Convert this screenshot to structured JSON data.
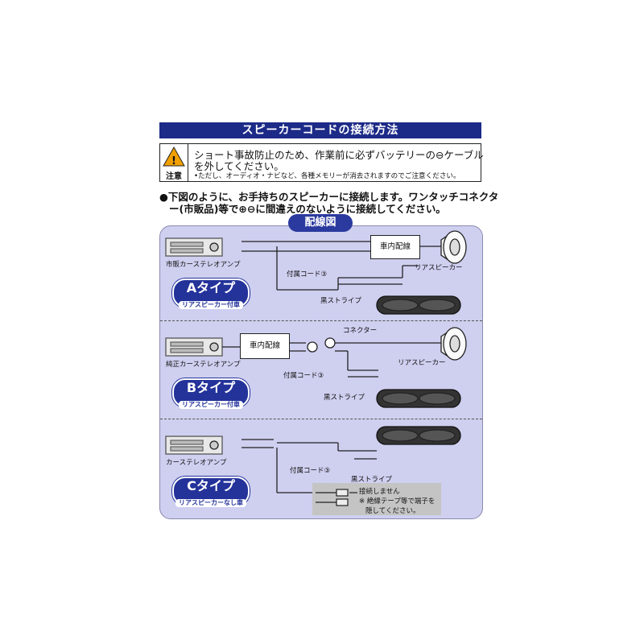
{
  "title": "スピーカーコードの接続方法",
  "warning": {
    "label": "注意",
    "line1": "ショート事故防止のため、作業前に必ずバッテリーの⊖ケーブル",
    "line2": "を外してください。",
    "note": "•ただし、オーディオ・ナビなど、各種メモリーが消去されますのでご注意ください。"
  },
  "intro": {
    "line1": "●下図のように、お手持ちのスピーカーに接続します。ワンタッチコネクタ",
    "line2": "ー(市販品)等で⊕⊖に間違えのないように接続してください。"
  },
  "diagram_title": "配線図",
  "section_a": {
    "stereo_label": "市販カーステレオアンプ",
    "badge_type": "Aタイプ",
    "badge_sub": "リアスピーカー付車",
    "car_wiring": "車内配線",
    "rear_speaker": "リアスピーカー",
    "cord": "付属コード③",
    "stripe": "黒ストライプ"
  },
  "section_b": {
    "stereo_label": "純正カーステレオアンプ",
    "badge_type": "Bタイプ",
    "badge_sub": "リアスピーカー付車",
    "car_wiring": "車内配線",
    "connector": "コネクター",
    "rear_speaker": "リアスピーカー",
    "cord": "付属コード③",
    "stripe": "黒ストライプ"
  },
  "section_c": {
    "stereo_label": "カーステレオアンプ",
    "badge_type": "Cタイプ",
    "badge_sub": "リアスピーカーなし車",
    "cord": "付属コード③",
    "stripe": "黒ストライプ",
    "no_connect": "接続しません",
    "insulate_1": "※ 絶縁テープ等で端子を",
    "insulate_2": "隠してください。"
  },
  "colors": {
    "title_bar": "#1c2a88",
    "panel_bg": "#cfcff0",
    "badge_bg": "#24339a",
    "warning_yellow": "#f0a000"
  }
}
